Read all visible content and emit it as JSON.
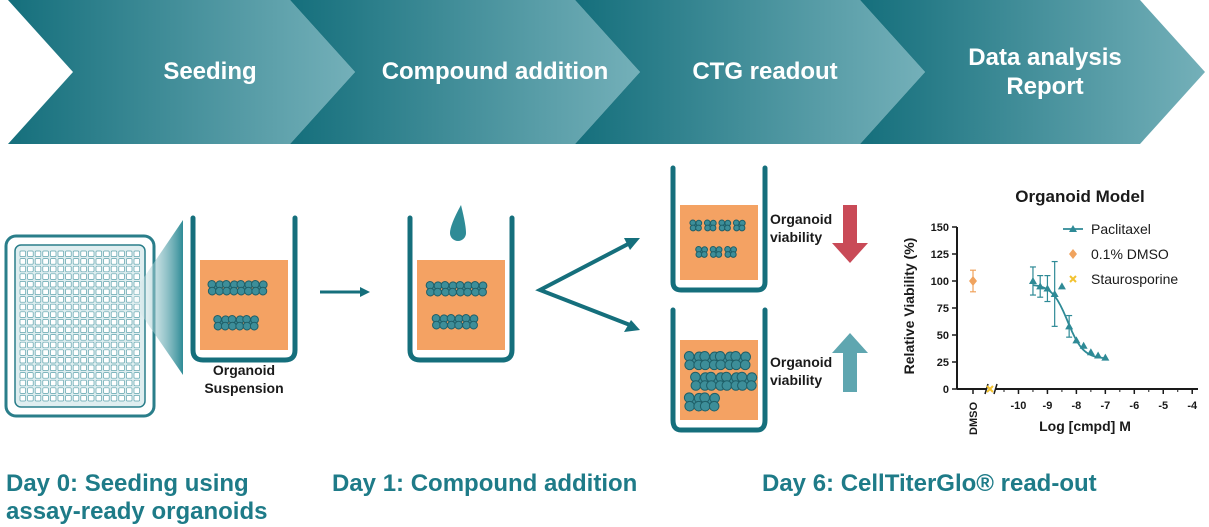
{
  "steps": [
    {
      "label": "Seeding"
    },
    {
      "label": "Compound addition"
    },
    {
      "label": "CTG readout"
    },
    {
      "label": "Data analysis\nReport"
    }
  ],
  "days": [
    {
      "label": "Day 0: Seeding using\nassay-ready organoids"
    },
    {
      "label": "Day 1: Compound addition"
    },
    {
      "label": "Day 6: CellTiterGlo® read-out"
    }
  ],
  "labels": {
    "suspension": "Organoid\nSuspension",
    "viability_down": "Organoid\nviability",
    "viability_up": "Organoid\nviability"
  },
  "colors": {
    "teal_dark": "#156f7c",
    "teal_light": "#74b0b9",
    "medium": "#f4a263",
    "organoid": "#3d8e99",
    "down_arrow": "#c94a57",
    "up_arrow": "#5fa6b0"
  },
  "chart_data": {
    "type": "scatter",
    "title": "Organoid Model",
    "xlabel": "Log [cmpd] M",
    "ylabel": "Relative Viability (%)",
    "ylim": [
      0,
      150
    ],
    "yticks": [
      "0",
      "25",
      "50",
      "75",
      "100",
      "125",
      "150"
    ],
    "xticks": [
      "DMSO",
      "-10",
      "-9",
      "-8",
      "-7",
      "-6",
      "-5",
      "-4"
    ],
    "xlim": [
      -10.5,
      -3.8
    ],
    "legend_position": "top-right",
    "series": [
      {
        "name": "Paclitaxel",
        "color": "#2e8a96",
        "marker": "triangle",
        "x": [
          -9.5,
          -9.25,
          -9.0,
          -8.75,
          -8.5,
          -8.25,
          -8.0,
          -7.75,
          -7.5,
          -7.25,
          -7.0
        ],
        "y": [
          100,
          95,
          93,
          88,
          95,
          58,
          45,
          40,
          34,
          31,
          29
        ],
        "err": [
          13,
          10,
          12,
          30,
          0,
          10,
          0,
          0,
          0,
          0,
          0
        ]
      },
      {
        "name": "0.1% DMSO",
        "color": "#f0a35e",
        "marker": "diamond",
        "x": [
          "DMSO"
        ],
        "y": [
          100
        ],
        "err": [
          10
        ]
      },
      {
        "name": "Staurosporine",
        "color": "#f2c230",
        "marker": "x",
        "x": [
          "break"
        ],
        "y": [
          0
        ],
        "err": [
          0
        ]
      }
    ]
  }
}
